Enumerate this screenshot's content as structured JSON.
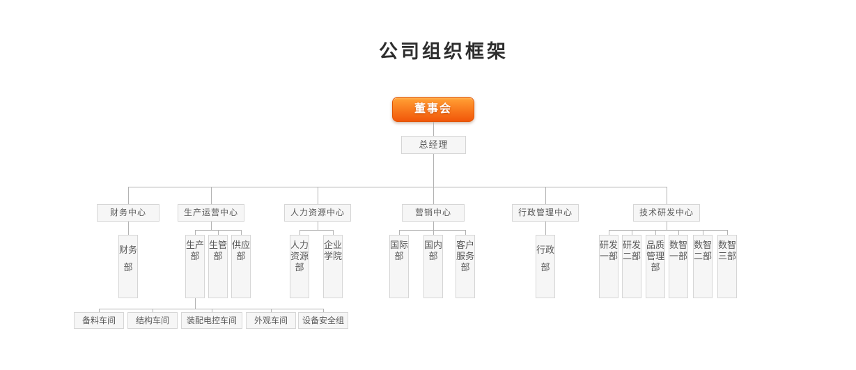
{
  "page": {
    "title": "公司组织框架"
  },
  "org": {
    "board": {
      "label": "董事会"
    },
    "general_manager": {
      "label": "总经理"
    },
    "centers": [
      {
        "label": "财务中心",
        "departments": [
          {
            "label": "财务部"
          }
        ]
      },
      {
        "label": "生产运营中心",
        "departments": [
          {
            "label": "生产部",
            "teams": [
              {
                "label": "备料车间"
              },
              {
                "label": "结构车间"
              },
              {
                "label": "装配电控车间"
              },
              {
                "label": "外观车间"
              },
              {
                "label": "设备安全组"
              }
            ]
          },
          {
            "label": "生管部"
          },
          {
            "label": "供应部"
          }
        ]
      },
      {
        "label": "人力资源中心",
        "departments": [
          {
            "label": "人力资源部"
          },
          {
            "label": "企业学院"
          }
        ]
      },
      {
        "label": "营销中心",
        "departments": [
          {
            "label": "国际部"
          },
          {
            "label": "国内部"
          },
          {
            "label": "客户服务部"
          }
        ]
      },
      {
        "label": "行政管理中心",
        "departments": [
          {
            "label": "行政部"
          }
        ]
      },
      {
        "label": "技术研发中心",
        "departments": [
          {
            "label": "研发一部"
          },
          {
            "label": "研发二部"
          },
          {
            "label": "品质管理部"
          },
          {
            "label": "数智一部"
          },
          {
            "label": "数智二部"
          },
          {
            "label": "数智三部"
          }
        ]
      }
    ],
    "colors": {
      "root_gradient_top": "#ffa53a",
      "root_gradient_bottom": "#f1570a",
      "root_border": "#e05403",
      "root_text": "#ffffff",
      "box_background": "#f6f6f6",
      "box_border": "#d6d6d6",
      "box_text": "#595959",
      "connector_line": "#b3b3b3",
      "title_text": "#2d2d2d",
      "page_background": "#ffffff"
    }
  }
}
